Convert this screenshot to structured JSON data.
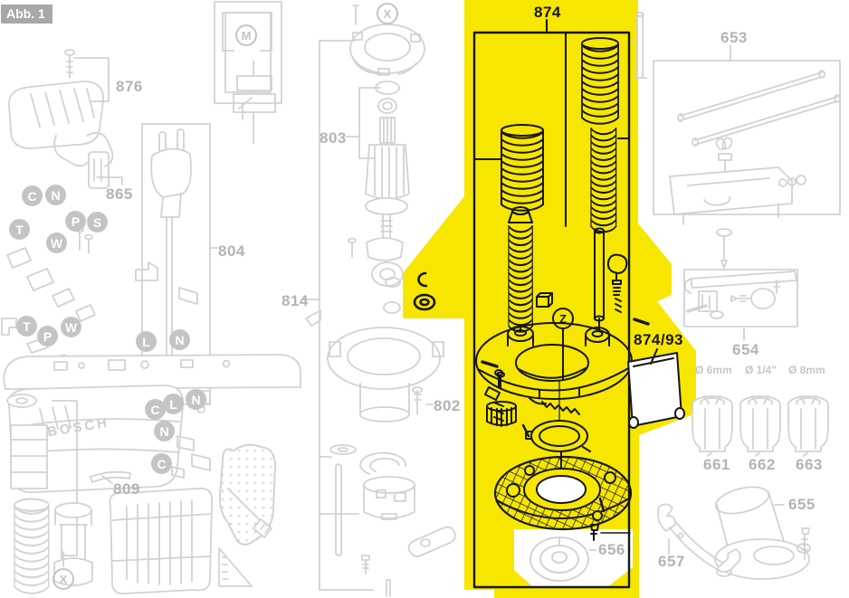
{
  "figure_label": "Abb. 1",
  "brand": "BOSCH",
  "highlight": {
    "main": "874",
    "sub": "874/93"
  },
  "parts": {
    "p876": "876",
    "p865": "865",
    "p804": "804",
    "p814": "814",
    "p803": "803",
    "p802": "802",
    "p809": "809",
    "p653": "653",
    "p654": "654",
    "p655": "655",
    "p656": "656",
    "p657": "657",
    "p661": "661",
    "p662": "662",
    "p663": "663"
  },
  "diameters": [
    "Ø 6mm",
    "Ø 1/4\"",
    "Ø 8mm"
  ],
  "badges": [
    "C",
    "N",
    "P",
    "S",
    "T",
    "W",
    "T",
    "P",
    "W",
    "L",
    "N",
    "L",
    "N",
    "C",
    "N",
    "C"
  ],
  "markers": {
    "motor": "M",
    "x_top": "X",
    "x_bottom": "X",
    "z": "Z"
  },
  "colors": {
    "highlight_yellow": "#F6E600",
    "line_gray": "#D2D2D2",
    "label_gray": "#B3B3B3",
    "ink_black": "#161616"
  }
}
